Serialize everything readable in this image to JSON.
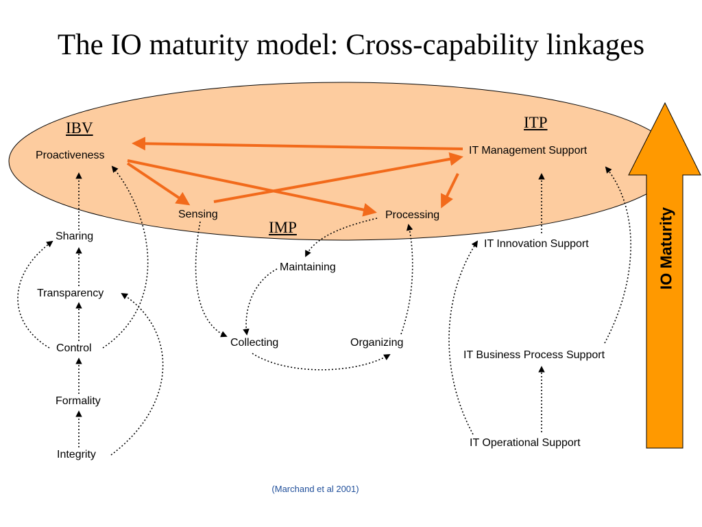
{
  "title": "The IO maturity model: Cross-capability linkages",
  "groups": {
    "ibv": "IBV",
    "itp": "ITP",
    "imp": "IMP"
  },
  "nodes": {
    "proactiveness": "Proactiveness",
    "it_management_support": "IT Management Support",
    "sensing": "Sensing",
    "processing": "Processing",
    "sharing": "Sharing",
    "transparency": "Transparency",
    "control": "Control",
    "formality": "Formality",
    "integrity": "Integrity",
    "maintaining": "Maintaining",
    "collecting": "Collecting",
    "organizing": "Organizing",
    "it_innovation_support": "IT Innovation Support",
    "it_business_process_support": "IT Business Process Support",
    "it_operational_support": "IT Operational Support"
  },
  "maturity_label": "IO Maturity",
  "citation": "(Marchand et al 2001)",
  "colors": {
    "ellipse_fill": "#fdcc9f",
    "link_orange": "#f26a1b",
    "maturity_arrow": "#ff9900"
  }
}
